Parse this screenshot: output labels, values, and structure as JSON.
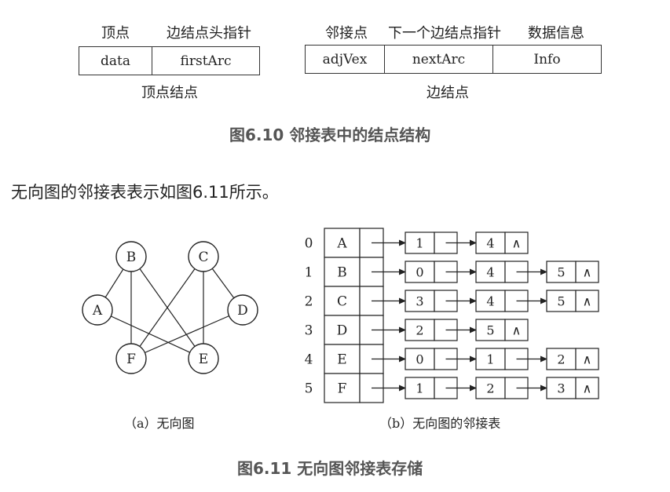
{
  "fig610": {
    "vertex_header_left": "顶点",
    "vertex_header_right": "边结点头指针",
    "vertex_cells": [
      "data",
      "firstArc"
    ],
    "vertex_caption": "顶点结点",
    "edge_header_1": "邻接点",
    "edge_header_2": "下一个边结点指针",
    "edge_header_3": "数据信息",
    "edge_cells": [
      "adjVex",
      "nextArc",
      "Info"
    ],
    "edge_caption": "边结点",
    "title": "图6.10 邻接表中的结点结构"
  },
  "paragraph": "无向图的邻接表表示如图6.11所示。",
  "graph": {
    "nodes": [
      {
        "label": "A"
      },
      {
        "label": "B"
      },
      {
        "label": "C"
      },
      {
        "label": "D"
      },
      {
        "label": "E"
      },
      {
        "label": "F"
      }
    ],
    "edges": [
      [
        "B",
        "A"
      ],
      [
        "B",
        "F"
      ],
      [
        "B",
        "E"
      ],
      [
        "C",
        "F"
      ],
      [
        "C",
        "E"
      ],
      [
        "C",
        "D"
      ],
      [
        "A",
        "E"
      ],
      [
        "D",
        "F"
      ]
    ],
    "caption": "（a）无向图"
  },
  "adjlist": {
    "rows": [
      {
        "index": "0",
        "vertex": "A",
        "list": [
          "1",
          "4"
        ]
      },
      {
        "index": "1",
        "vertex": "B",
        "list": [
          "0",
          "4",
          "5"
        ]
      },
      {
        "index": "2",
        "vertex": "C",
        "list": [
          "3",
          "4",
          "5"
        ]
      },
      {
        "index": "3",
        "vertex": "D",
        "list": [
          "2",
          "5"
        ]
      },
      {
        "index": "4",
        "vertex": "E",
        "list": [
          "0",
          "1",
          "2"
        ]
      },
      {
        "index": "5",
        "vertex": "F",
        "list": [
          "1",
          "2",
          "3"
        ]
      }
    ],
    "null_symbol": "∧",
    "caption": "（b）无向图的邻接表"
  },
  "figure_title": "图6.11 无向图邻接表存储"
}
